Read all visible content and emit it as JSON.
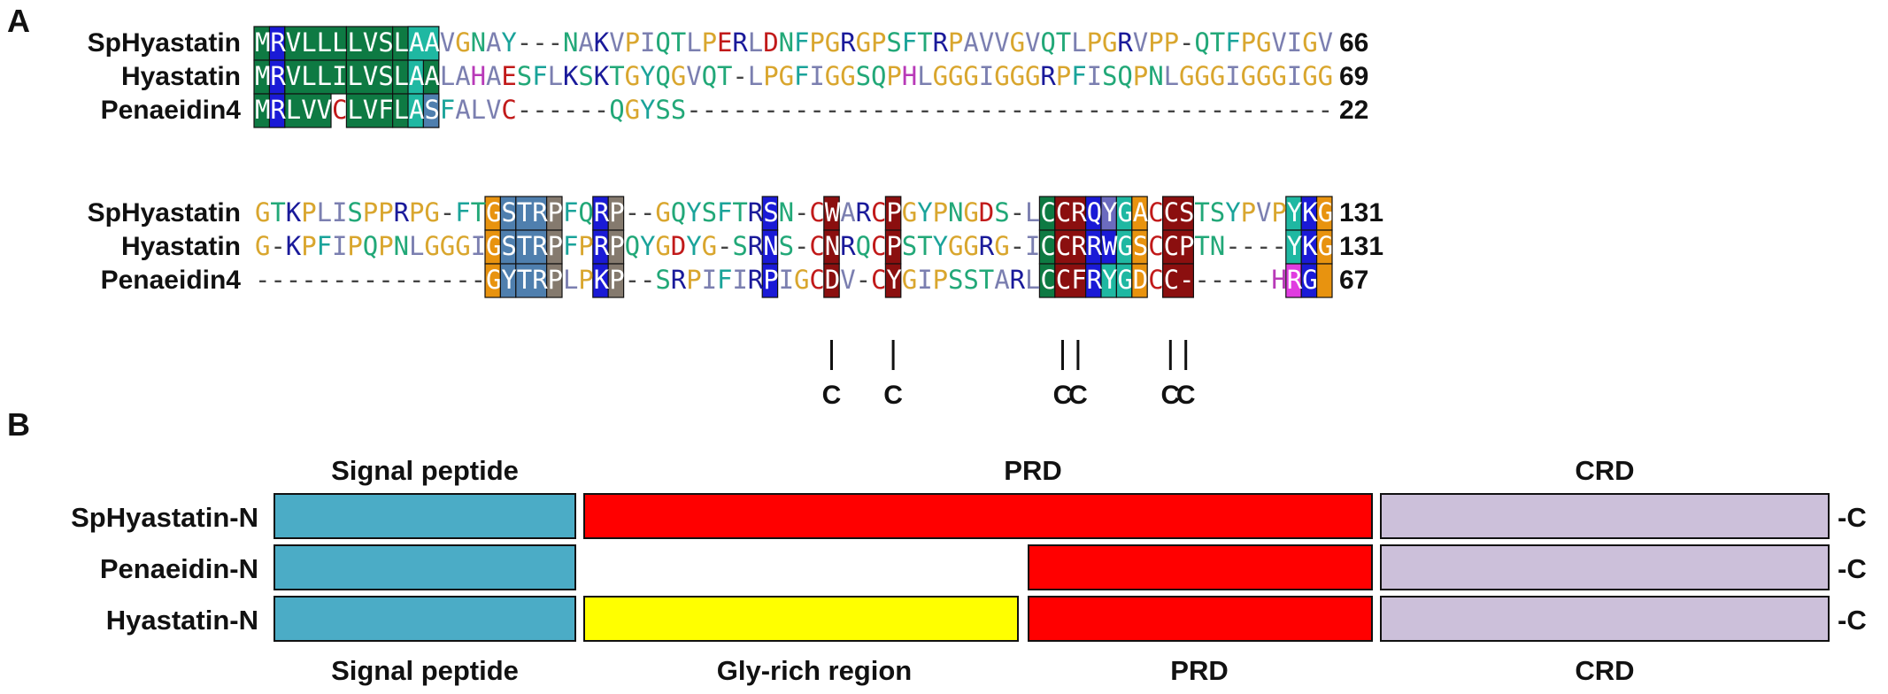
{
  "panel_a": {
    "label": "A",
    "blocks": [
      {
        "rows": [
          {
            "name": "SpHyastatin",
            "seq": "MRVLLLLVSLAAVGNAY---NAKVPIQTLPERLDNFPGRGPSFTRPAVVGVQTLPGRVPP-QTFPGVIGV",
            "end": "66"
          },
          {
            "name": "Hyastatin",
            "seq": "MRVLLILVSLAALAHAESFLKSKTGYQGVQT-LPGFIGGSQPHLGGGIGGGRPFISQPNLGGGIGGGIGG",
            "end": "69"
          },
          {
            "name": "Penaeidin4",
            "seq": "MRLVVCLVFLASFALVC------QGYSS------------------------------------------",
            "end": "22"
          }
        ],
        "highlights": [
          {
            "start": 0,
            "end": 2,
            "color": "#0e7a43",
            "rows": [
              0,
              1,
              2
            ]
          },
          {
            "start": 1,
            "end": 2,
            "color": "#1a1ad6",
            "rows": [
              0,
              1,
              2
            ]
          },
          {
            "start": 2,
            "end": 6,
            "color": "#0e7a43",
            "rows": [
              0,
              1
            ]
          },
          {
            "start": 2,
            "end": 5,
            "color": "#0e7a43",
            "rows": [
              2
            ]
          },
          {
            "start": 6,
            "end": 9,
            "color": "#0e7a43",
            "rows": [
              0,
              1,
              2
            ]
          },
          {
            "start": 9,
            "end": 12,
            "color": "#0e7a43",
            "rows": [
              0,
              1,
              2
            ]
          },
          {
            "start": 10,
            "end": 12,
            "color": "#1fb8a2",
            "rows": [
              0
            ]
          },
          {
            "start": 10,
            "end": 11,
            "color": "#1fb8a2",
            "rows": [
              1
            ]
          },
          {
            "start": 10,
            "end": 11,
            "color": "#1fb8a2",
            "rows": [
              2
            ]
          },
          {
            "start": 11,
            "end": 12,
            "color": "#4f7fae",
            "rows": [
              2
            ]
          }
        ]
      },
      {
        "rows": [
          {
            "name": "SpHyastatin",
            "seq": "GTKPLISPPRPG-FTGSTRPFQRP--GQYSFTRSN-CWARCPGYPNGDS-LCCRQYGACCSTSYPVPYKG",
            "end": "131"
          },
          {
            "name": "Hyastatin",
            "seq": "G-KPFIPQPNLGGGIGSTRPFPRPQYGDYG-SRNS-CNRQCPSTYGGRG-ICCRRWGSCCPTN----YKG",
            "end": "131"
          },
          {
            "name": "Penaeidin4",
            "seq": "---------------GYTRPLPKP--SRPIFIRPIGCDV-CYGIPSSTARLCCFRYGDCC------HRG",
            "end": "67"
          }
        ],
        "highlights": [
          {
            "start": 15,
            "end": 16,
            "color": "#e8930f",
            "rows": [
              0,
              1,
              2
            ]
          },
          {
            "start": 16,
            "end": 17,
            "color": "#4f7fae",
            "rows": [
              0,
              1,
              2
            ]
          },
          {
            "start": 17,
            "end": 19,
            "color": "#4f7fae",
            "rows": [
              0,
              1,
              2
            ]
          },
          {
            "start": 19,
            "end": 20,
            "color": "#857a6e",
            "rows": [
              0,
              1,
              2
            ]
          },
          {
            "start": 22,
            "end": 23,
            "color": "#1a1ad6",
            "rows": [
              0,
              1,
              2
            ]
          },
          {
            "start": 23,
            "end": 24,
            "color": "#857a6e",
            "rows": [
              0,
              1,
              2
            ]
          },
          {
            "start": 33,
            "end": 34,
            "color": "#1a1ad6",
            "rows": [
              0,
              1,
              2
            ]
          },
          {
            "start": 37,
            "end": 38,
            "color": "#8b0f0f",
            "rows": [
              0,
              1,
              2
            ]
          },
          {
            "start": 41,
            "end": 42,
            "color": "#8b0f0f",
            "rows": [
              0,
              1,
              2
            ]
          },
          {
            "start": 51,
            "end": 52,
            "color": "#0e7a43",
            "rows": [
              0,
              1,
              2
            ]
          },
          {
            "start": 52,
            "end": 54,
            "color": "#8b0f0f",
            "rows": [
              0,
              1,
              2
            ]
          },
          {
            "start": 54,
            "end": 55,
            "color": "#1a1ad6",
            "rows": [
              0,
              1,
              2
            ]
          },
          {
            "start": 55,
            "end": 56,
            "color": "#6b6bbf",
            "rows": [
              0
            ]
          },
          {
            "start": 55,
            "end": 56,
            "color": "#1a1ad6",
            "rows": [
              1
            ]
          },
          {
            "start": 55,
            "end": 56,
            "color": "#1fb8a2",
            "rows": [
              2
            ]
          },
          {
            "start": 56,
            "end": 57,
            "color": "#1fb8a2",
            "rows": [
              0,
              1,
              2
            ]
          },
          {
            "start": 57,
            "end": 58,
            "color": "#e8930f",
            "rows": [
              0,
              1,
              2
            ]
          },
          {
            "start": 59,
            "end": 61,
            "color": "#8b0f0f",
            "rows": [
              0,
              1,
              2
            ]
          },
          {
            "start": 67,
            "end": 68,
            "color": "#1fb8a2",
            "rows": [
              0,
              1
            ]
          },
          {
            "start": 67,
            "end": 68,
            "color": "#e03ce0",
            "rows": [
              2
            ]
          },
          {
            "start": 68,
            "end": 69,
            "color": "#1a1ad6",
            "rows": [
              0,
              1,
              2
            ]
          },
          {
            "start": 69,
            "end": 70,
            "color": "#e8930f",
            "rows": [
              0,
              1,
              2
            ]
          }
        ],
        "cysteine_marks": [
          {
            "col": 37,
            "label": "C"
          },
          {
            "col": 41,
            "label": "C"
          },
          {
            "col": 52,
            "label": "C"
          },
          {
            "col": 53,
            "label": "C"
          },
          {
            "col": 59,
            "label": "C"
          },
          {
            "col": 60,
            "label": "C"
          }
        ]
      }
    ]
  },
  "panel_b": {
    "label": "B",
    "top_labels": [
      "Signal peptide",
      "PRD",
      "CRD"
    ],
    "bottom_labels": [
      "Signal peptide",
      "Gly-rich region",
      "PRD",
      "CRD"
    ],
    "rows": [
      {
        "name": "SpHyastatin-N",
        "suffix": "-C",
        "segments": [
          "signal",
          "prd_full",
          "crd"
        ]
      },
      {
        "name": "Penaeidin-N",
        "suffix": "-C",
        "segments": [
          "signal",
          "prd_short",
          "crd"
        ]
      },
      {
        "name": "Hyastatin-N",
        "suffix": "-C",
        "segments": [
          "signal",
          "gly",
          "prd_short",
          "crd"
        ]
      }
    ],
    "colors": {
      "signal": "#4bacc6",
      "prd": "#ff0000",
      "gly": "#ffff00",
      "crd": "#ccc0da"
    }
  },
  "residue_colors": {
    "hydrophobic": "#7b7fb0",
    "aromatic": "#1aa39a",
    "glycine": "#d9a62e",
    "proline": "#d9a62e",
    "positive": "#1a1a9a",
    "negative": "#c11a1a",
    "polar": "#22a878",
    "cysteine": "#c11a1a",
    "histidine": "#b83ab8",
    "gap": "#444444"
  }
}
